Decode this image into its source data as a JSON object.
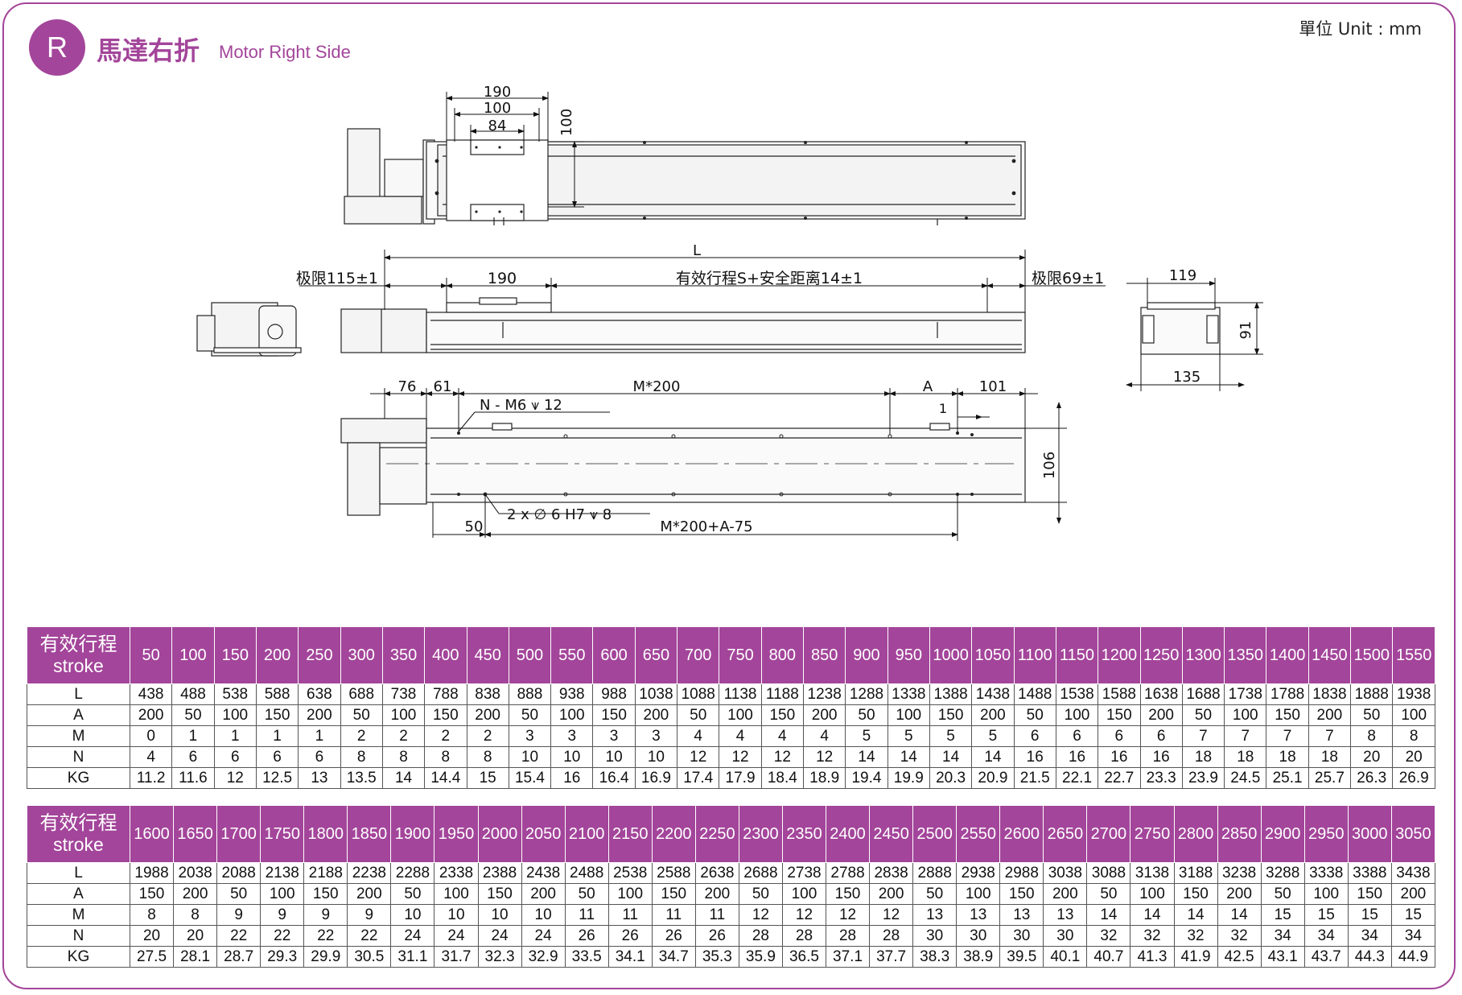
{
  "header": {
    "badge": "R",
    "title_cn": "馬達右折",
    "title_en": "Motor Right Side",
    "unit": "單位 Unit : mm"
  },
  "colors": {
    "accent": "#a3459a"
  },
  "drawing": {
    "top_view": {
      "dim_190": "190",
      "dim_100": "100",
      "dim_84": "84",
      "dim_100v": "100"
    },
    "side_view": {
      "L": "L",
      "limit_left": "极限115±1",
      "dim_190": "190",
      "stroke_note": "有效行程S+安全距离14±1",
      "limit_right": "极限69±1"
    },
    "end_view": {
      "dim_119": "119",
      "dim_91": "91",
      "dim_135": "135"
    },
    "bottom_view": {
      "dim_76": "76",
      "dim_61": "61",
      "M200": "M*200",
      "A": "A",
      "dim_101": "101",
      "hole_note": "N - M6 ⩛ 12",
      "dim_1": "1",
      "dim_106": "106",
      "pin_note": "2 x ∅ 6 H7 ⩛ 8",
      "dim_50": "50",
      "M200A": "M*200+A-75"
    }
  },
  "tables": [
    {
      "header_cn": "有效行程",
      "header_en": "stroke",
      "strokes": [
        "50",
        "100",
        "150",
        "200",
        "250",
        "300",
        "350",
        "400",
        "450",
        "500",
        "550",
        "600",
        "650",
        "700",
        "750",
        "800",
        "850",
        "900",
        "950",
        "1000",
        "1050",
        "1100",
        "1150",
        "1200",
        "1250",
        "1300",
        "1350",
        "1400",
        "1450",
        "1500",
        "1550"
      ],
      "rows": [
        {
          "label": "L",
          "values": [
            "438",
            "488",
            "538",
            "588",
            "638",
            "688",
            "738",
            "788",
            "838",
            "888",
            "938",
            "988",
            "1038",
            "1088",
            "1138",
            "1188",
            "1238",
            "1288",
            "1338",
            "1388",
            "1438",
            "1488",
            "1538",
            "1588",
            "1638",
            "1688",
            "1738",
            "1788",
            "1838",
            "1888",
            "1938"
          ]
        },
        {
          "label": "A",
          "values": [
            "200",
            "50",
            "100",
            "150",
            "200",
            "50",
            "100",
            "150",
            "200",
            "50",
            "100",
            "150",
            "200",
            "50",
            "100",
            "150",
            "200",
            "50",
            "100",
            "150",
            "200",
            "50",
            "100",
            "150",
            "200",
            "50",
            "100",
            "150",
            "200",
            "50",
            "100"
          ]
        },
        {
          "label": "M",
          "values": [
            "0",
            "1",
            "1",
            "1",
            "1",
            "2",
            "2",
            "2",
            "2",
            "3",
            "3",
            "3",
            "3",
            "4",
            "4",
            "4",
            "4",
            "5",
            "5",
            "5",
            "5",
            "6",
            "6",
            "6",
            "6",
            "7",
            "7",
            "7",
            "7",
            "8",
            "8"
          ]
        },
        {
          "label": "N",
          "values": [
            "4",
            "6",
            "6",
            "6",
            "6",
            "8",
            "8",
            "8",
            "8",
            "10",
            "10",
            "10",
            "10",
            "12",
            "12",
            "12",
            "12",
            "14",
            "14",
            "14",
            "14",
            "16",
            "16",
            "16",
            "16",
            "18",
            "18",
            "18",
            "18",
            "20",
            "20"
          ]
        },
        {
          "label": "KG",
          "values": [
            "11.2",
            "11.6",
            "12",
            "12.5",
            "13",
            "13.5",
            "14",
            "14.4",
            "15",
            "15.4",
            "16",
            "16.4",
            "16.9",
            "17.4",
            "17.9",
            "18.4",
            "18.9",
            "19.4",
            "19.9",
            "20.3",
            "20.9",
            "21.5",
            "22.1",
            "22.7",
            "23.3",
            "23.9",
            "24.5",
            "25.1",
            "25.7",
            "26.3",
            "26.9"
          ]
        }
      ]
    },
    {
      "header_cn": "有效行程",
      "header_en": "stroke",
      "strokes": [
        "1600",
        "1650",
        "1700",
        "1750",
        "1800",
        "1850",
        "1900",
        "1950",
        "2000",
        "2050",
        "2100",
        "2150",
        "2200",
        "2250",
        "2300",
        "2350",
        "2400",
        "2450",
        "2500",
        "2550",
        "2600",
        "2650",
        "2700",
        "2750",
        "2800",
        "2850",
        "2900",
        "2950",
        "3000",
        "3050"
      ],
      "rows": [
        {
          "label": "L",
          "values": [
            "1988",
            "2038",
            "2088",
            "2138",
            "2188",
            "2238",
            "2288",
            "2338",
            "2388",
            "2438",
            "2488",
            "2538",
            "2588",
            "2638",
            "2688",
            "2738",
            "2788",
            "2838",
            "2888",
            "2938",
            "2988",
            "3038",
            "3088",
            "3138",
            "3188",
            "3238",
            "3288",
            "3338",
            "3388",
            "3438"
          ]
        },
        {
          "label": "A",
          "values": [
            "150",
            "200",
            "50",
            "100",
            "150",
            "200",
            "50",
            "100",
            "150",
            "200",
            "50",
            "100",
            "150",
            "200",
            "50",
            "100",
            "150",
            "200",
            "50",
            "100",
            "150",
            "200",
            "50",
            "100",
            "150",
            "200",
            "50",
            "100",
            "150",
            "200"
          ]
        },
        {
          "label": "M",
          "values": [
            "8",
            "8",
            "9",
            "9",
            "9",
            "9",
            "10",
            "10",
            "10",
            "10",
            "11",
            "11",
            "11",
            "11",
            "12",
            "12",
            "12",
            "12",
            "13",
            "13",
            "13",
            "13",
            "14",
            "14",
            "14",
            "14",
            "15",
            "15",
            "15",
            "15"
          ]
        },
        {
          "label": "N",
          "values": [
            "20",
            "20",
            "22",
            "22",
            "22",
            "22",
            "24",
            "24",
            "24",
            "24",
            "26",
            "26",
            "26",
            "26",
            "28",
            "28",
            "28",
            "28",
            "30",
            "30",
            "30",
            "30",
            "32",
            "32",
            "32",
            "32",
            "34",
            "34",
            "34",
            "34"
          ]
        },
        {
          "label": "KG",
          "values": [
            "27.5",
            "28.1",
            "28.7",
            "29.3",
            "29.9",
            "30.5",
            "31.1",
            "31.7",
            "32.3",
            "32.9",
            "33.5",
            "34.1",
            "34.7",
            "35.3",
            "35.9",
            "36.5",
            "37.1",
            "37.7",
            "38.3",
            "38.9",
            "39.5",
            "40.1",
            "40.7",
            "41.3",
            "41.9",
            "42.5",
            "43.1",
            "43.7",
            "44.3",
            "44.9"
          ]
        }
      ]
    }
  ]
}
